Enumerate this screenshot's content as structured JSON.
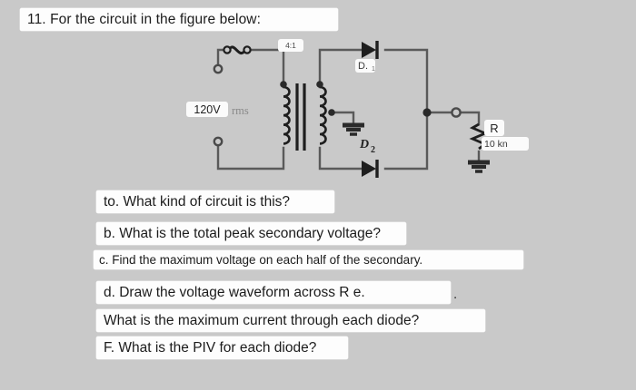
{
  "page": {
    "background_color": "#c9c9c9",
    "highlight_color": "#fdfdfd"
  },
  "question": {
    "title": "11. For the circuit in the figure below:",
    "parts": [
      {
        "id": "a",
        "text": "to. What kind of circuit is this?"
      },
      {
        "id": "b",
        "text": "b. What is the total peak secondary voltage?"
      },
      {
        "id": "c",
        "text": "c. Find the maximum voltage on each half of the secondary."
      },
      {
        "id": "d",
        "text": "d. Draw the voltage waveform across R e."
      },
      {
        "id": "e",
        "text": "What is the maximum current through each diode?"
      },
      {
        "id": "f",
        "text": "F. What is the PIV for each diode?"
      }
    ],
    "trailing_mark": "."
  },
  "circuit": {
    "type": "center-tapped full-wave rectifier",
    "source": {
      "voltage_label": "120V",
      "unit_label": "rms"
    },
    "transformer": {
      "turns_ratio": "4:1",
      "center_tapped": true
    },
    "diodes": [
      {
        "name": "D1",
        "label": "D.",
        "subscript": "1"
      },
      {
        "name": "D2",
        "label": "D",
        "subscript": "2"
      }
    ],
    "load": {
      "designator": "R",
      "value": "10 kn"
    },
    "wire_color": "#5a5a5a",
    "symbol_color": "#222222"
  }
}
